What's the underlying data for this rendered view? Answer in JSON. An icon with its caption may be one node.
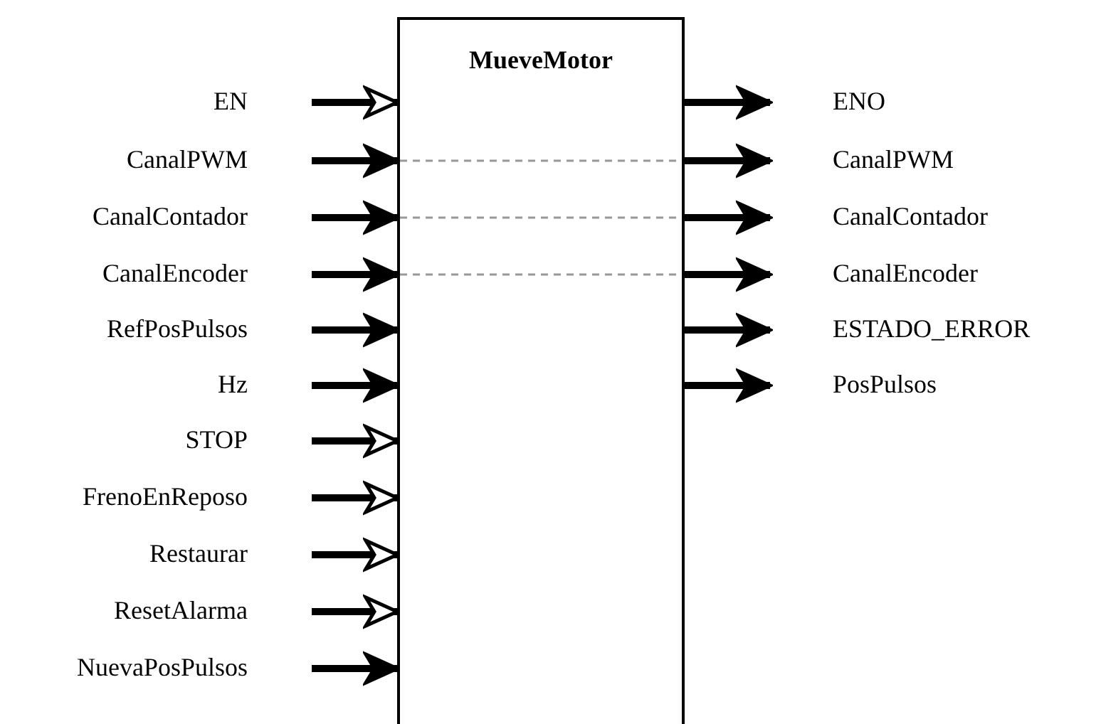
{
  "diagram": {
    "nodes": [
      {
        "text": [
          "MueveMotor"
        ]
      },
      {
        "text": [
          "EN"
        ]
      },
      {
        "text": [
          "CanalPWM"
        ]
      },
      {
        "text": [
          "CanalContador"
        ]
      },
      {
        "text": [
          "CanalEncoder"
        ]
      },
      {
        "text": [
          "RefPosPulsos"
        ]
      },
      {
        "text": [
          "Hz"
        ]
      },
      {
        "text": [
          "STOP"
        ]
      },
      {
        "text": [
          "FrenoEnReposo"
        ]
      },
      {
        "text": [
          "Restaurar"
        ]
      },
      {
        "text": [
          "ResetAlarma"
        ]
      },
      {
        "text": [
          "NuevaPosPulsos"
        ]
      },
      {
        "text": [
          "ENO"
        ]
      },
      {
        "text": [
          "CanalPWM"
        ]
      },
      {
        "text": [
          "CanalContador"
        ]
      },
      {
        "text": [
          "CanalEncoder"
        ]
      },
      {
        "text": [
          "ESTADO_ERROR"
        ]
      },
      {
        "text": [
          "PosPulsos"
        ]
      }
    ],
    "edges": [
      {
        "from": 1,
        "to": 0,
        "arrow": "to"
      },
      {
        "from": 2,
        "to": 0,
        "arrow": "to"
      },
      {
        "from": 3,
        "to": 0,
        "arrow": "to"
      },
      {
        "from": 4,
        "to": 0,
        "arrow": "to"
      },
      {
        "from": 5,
        "to": 0,
        "arrow": "to"
      },
      {
        "from": 6,
        "to": 0,
        "arrow": "to"
      },
      {
        "from": 7,
        "to": 0,
        "arrow": "to"
      },
      {
        "from": 8,
        "to": 0,
        "arrow": "to"
      },
      {
        "from": 9,
        "to": 0,
        "arrow": "to"
      },
      {
        "from": 10,
        "to": 0,
        "arrow": "to"
      },
      {
        "from": 11,
        "to": 0,
        "arrow": "to"
      },
      {
        "from": 0,
        "to": 12,
        "arrow": "to"
      },
      {
        "from": 0,
        "to": 13,
        "arrow": "to"
      },
      {
        "from": 0,
        "to": 14,
        "arrow": "to"
      },
      {
        "from": 0,
        "to": 15,
        "arrow": "to"
      },
      {
        "from": 0,
        "to": 16,
        "arrow": "to"
      },
      {
        "from": 0,
        "to": 17,
        "arrow": "to"
      }
    ]
  }
}
